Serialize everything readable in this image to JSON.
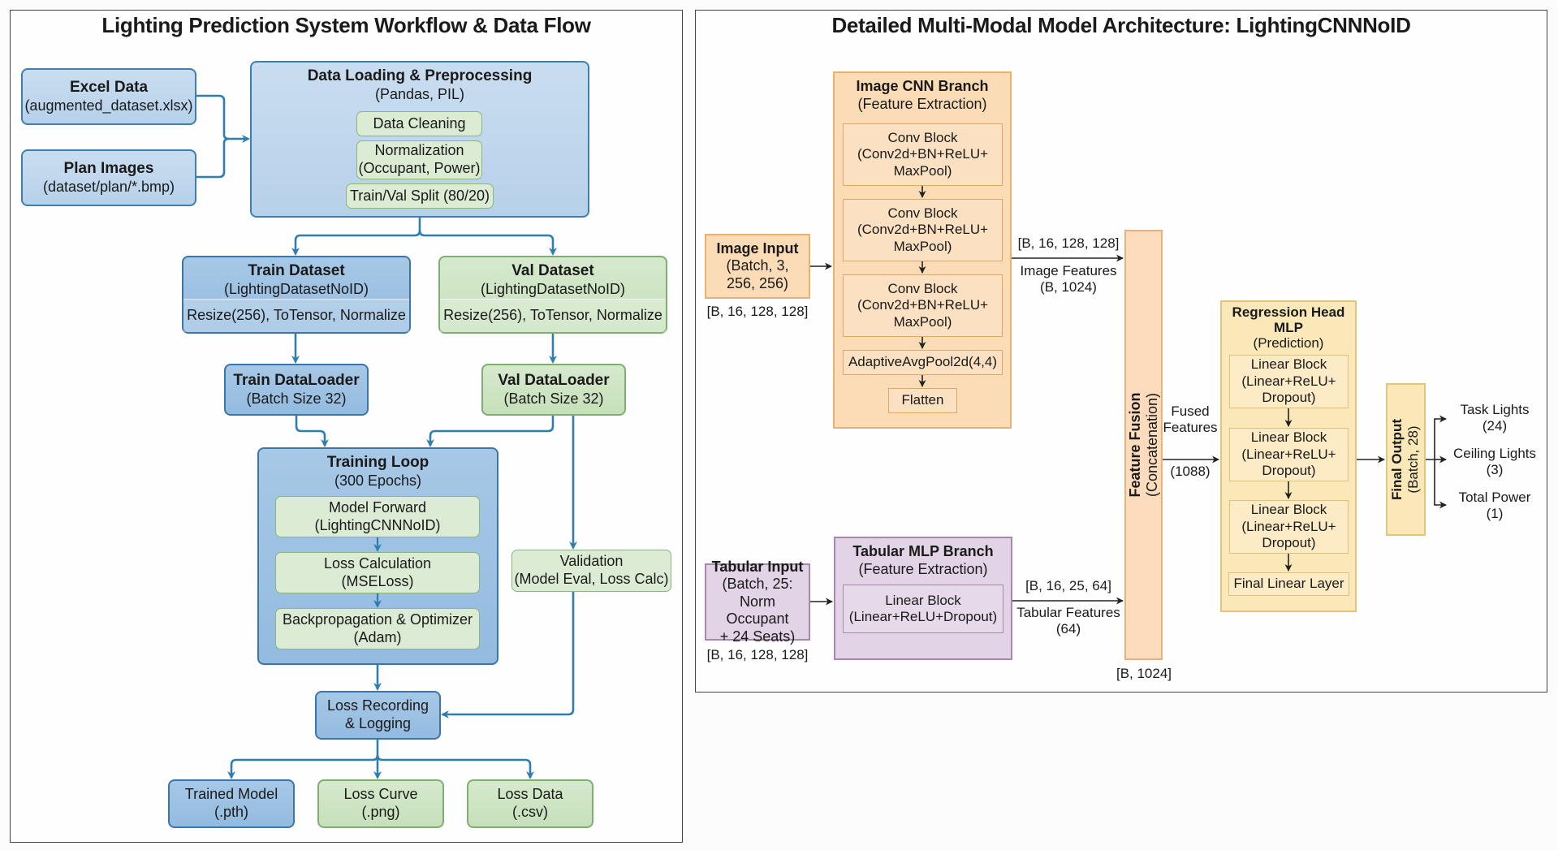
{
  "left_panel": {
    "title": "Lighting Prediction System Workflow & Data Flow",
    "excel_data": {
      "title": "Excel Data",
      "sub": "(augmented_dataset.xlsx)"
    },
    "plan_images": {
      "title": "Plan Images",
      "sub": "(dataset/plan/*.bmp)"
    },
    "preprocessing": {
      "title": "Data Loading & Preprocessing",
      "sub": "(Pandas, PIL)",
      "steps": [
        "Data Cleaning",
        "Normalization\n(Occupant, Power)",
        "Train/Val Split (80/20)"
      ]
    },
    "train_dataset": {
      "title": "Train Dataset",
      "sub": "(LightingDatasetNoID)",
      "transforms": "Resize(256), ToTensor, Normalize"
    },
    "val_dataset": {
      "title": "Val Dataset",
      "sub": "(LightingDatasetNoID)",
      "transforms": "Resize(256), ToTensor, Normalize"
    },
    "train_loader": {
      "title": "Train DataLoader",
      "sub": "(Batch Size 32)"
    },
    "val_loader": {
      "title": "Val DataLoader",
      "sub": "(Batch Size 32)"
    },
    "training_loop": {
      "title": "Training Loop",
      "sub": "(300 Epochs)",
      "steps": [
        {
          "line1": "Model Forward",
          "line2": "(LightingCNNNoID)"
        },
        {
          "line1": "Loss Calculation",
          "line2": "(MSELoss)"
        },
        {
          "line1": "Backpropagation & Optimizer",
          "line2": "(Adam)"
        }
      ]
    },
    "validation": {
      "line1": "Validation",
      "line2": "(Model Eval, Loss Calc)"
    },
    "loss_recording": {
      "line1": "Loss Recording",
      "line2": "& Logging"
    },
    "outputs": [
      {
        "line1": "Trained Model",
        "line2": "(.pth)"
      },
      {
        "line1": "Loss Curve",
        "line2": "(.png)"
      },
      {
        "line1": "Loss Data",
        "line2": "(.csv)"
      }
    ]
  },
  "right_panel": {
    "title": "Detailed Multi-Modal Model Architecture: LightingCNNNoID",
    "image_input": {
      "title": "Image Input",
      "l1": "(Batch, 3,",
      "l2": "256, 256)",
      "shape": "[B, 16, 128, 128]"
    },
    "cnn_branch": {
      "title": "Image CNN Branch",
      "sub": "(Feature Extraction)",
      "conv_blocks": [
        {
          "l1": "Conv Block",
          "l2": "(Conv2d+BN+ReLU+",
          "l3": "MaxPool)"
        },
        {
          "l1": "Conv Block",
          "l2": "(Conv2d+BN+ReLU+",
          "l3": "MaxPool)"
        },
        {
          "l1": "Conv Block",
          "l2": "(Conv2d+BN+ReLU+",
          "l3": "MaxPool)"
        }
      ],
      "pool": "AdaptiveAvgPool2d(4,4)",
      "flatten": "Flatten"
    },
    "image_features": {
      "shape": "[B, 16, 128, 128]",
      "l1": "Image Features",
      "l2": "(B, 1024)"
    },
    "tabular_input": {
      "title": "Tabular Input",
      "l1": "(Batch, 25:",
      "l2": "Norm Occupant",
      "l3": "+ 24 Seats)",
      "shape": "[B, 16, 128, 128]"
    },
    "mlp_branch": {
      "title": "Tabular MLP Branch",
      "sub": "(Feature Extraction)",
      "block_l1": "Linear Block",
      "block_l2": "(Linear+ReLU+Dropout)"
    },
    "tabular_features": {
      "shape": "[B, 16, 25, 64]",
      "l1": "Tabular Features",
      "l2": "(64)"
    },
    "fusion": {
      "title": "Feature Fusion",
      "sub": "(Concatenation)",
      "shape": "[B, 1024]"
    },
    "fused_features": {
      "l1": "Fused",
      "l2": "Features",
      "l3": "(1088)"
    },
    "regression_head": {
      "title1": "Regression Head",
      "title2": "MLP",
      "sub": "(Prediction)",
      "blocks": [
        {
          "l1": "Linear Block",
          "l2": "(Linear+ReLU+",
          "l3": "Dropout)"
        },
        {
          "l1": "Linear Block",
          "l2": "(Linear+ReLU+",
          "l3": "Dropout)"
        },
        {
          "l1": "Linear Block",
          "l2": "(Linear+ReLU+",
          "l3": "Dropout)"
        }
      ],
      "final": "Final Linear Layer"
    },
    "final_output": {
      "title": "Final Output",
      "sub": "(Batch, 28)"
    },
    "outputs": [
      {
        "l1": "Task Lights",
        "l2": "(24)"
      },
      {
        "l1": "Ceiling Lights",
        "l2": "(3)"
      },
      {
        "l1": "Total Power",
        "l2": "(1)"
      }
    ]
  },
  "colors": {
    "flow_arrow": "#2f7fad",
    "arch_arrow": "#222222"
  }
}
